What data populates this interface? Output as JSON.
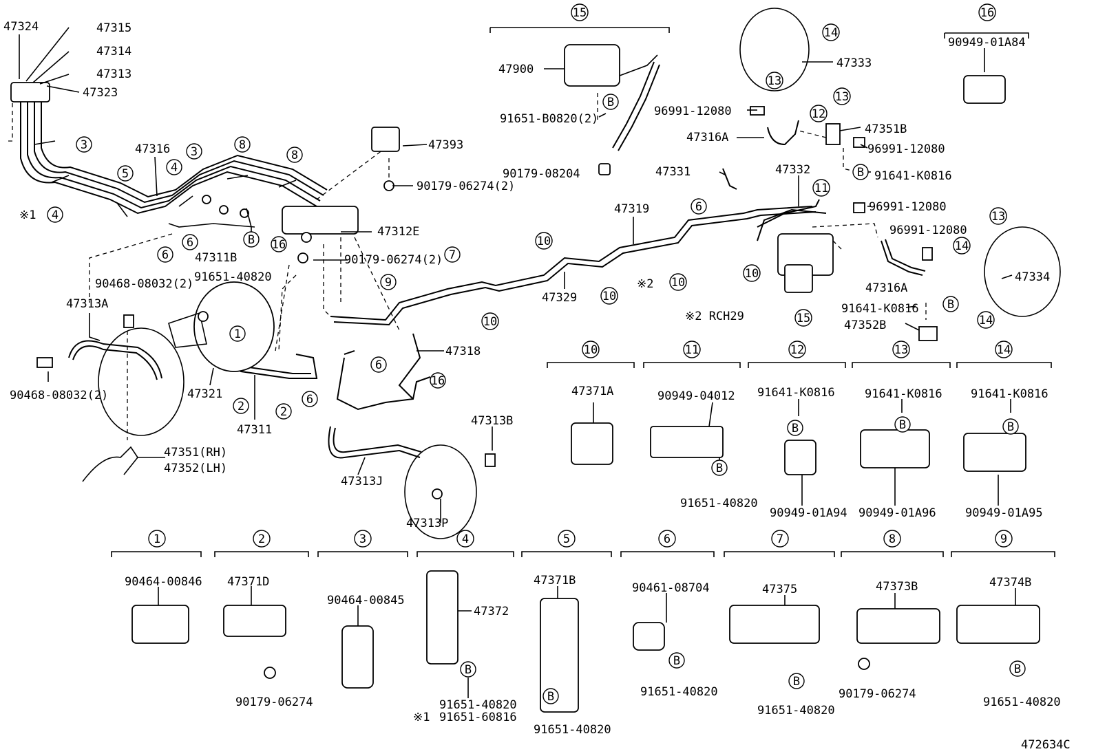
{
  "labels": {
    "p47324": "47324",
    "p47315": "47315",
    "p47314": "47314",
    "p47313": "47313",
    "p47323": "47323",
    "p47316": "47316",
    "p47311B": "47311B",
    "p91651_40820_a": "91651-40820",
    "p47312E": "47312E",
    "p90179_06274_2a": "90179-06274(2)",
    "p47393": "47393",
    "p90179_06274_2b": "90179-06274(2)",
    "p90468_08032_2a": "90468-08032(2)",
    "p47313A": "47313A",
    "p90468_08032_2b": "90468-08032(2)",
    "p47321": "47321",
    "p47311": "47311",
    "p47351": "47351(RH)",
    "p47352": "47352(LH)",
    "p47313J": "47313J",
    "p47313P": "47313P",
    "p47313B": "47313B",
    "p47318": "47318",
    "p47329": "47329",
    "p47319": "47319",
    "p47900": "47900",
    "p91651_B0820": "91651-B0820(2)",
    "p90179_08204": "90179-08204",
    "p96991_12080_a": "96991-12080",
    "p47316A_top": "47316A",
    "p47331": "47331",
    "p47332": "47332",
    "p47333": "47333",
    "p47351B": "47351B",
    "p96991_12080_b": "96991-12080",
    "p91641_K0816_a": "91641-K0816",
    "p96991_12080_c": "96991-12080",
    "p96991_12080_d": "96991-12080",
    "p47316A_bot": "47316A",
    "p91641_K0816_b": "91641-K0816",
    "p47352B": "47352B",
    "p47334": "47334",
    "p90949_01A84": "90949-01A84",
    "note_rch": "※2 RCH29",
    "mark1": "※1",
    "mark2": "※2",
    "mark1b": "※1",
    "d10_part": "47371A",
    "d11_part": "90949-04012",
    "d11_bolt": "91651-40820",
    "d12_top": "91641-K0816",
    "d12_bot": "90949-01A94",
    "d13_top": "91641-K0816",
    "d13_bot": "90949-01A96",
    "d14_top": "91641-K0816",
    "d14_bot": "90949-01A95",
    "d1_part": "90464-00846",
    "d2_part": "47371D",
    "d2_bolt": "90179-06274",
    "d3_part": "90464-00845",
    "d4_part": "47372",
    "d4_bolt1": "91651-40820",
    "d4_bolt2": "91651-60816",
    "d5_part": "47371B",
    "d5_bolt": "91651-40820",
    "d6_part": "90461-08704",
    "d6_bolt": "91651-40820",
    "d7_part": "47375",
    "d7_bolt": "91651-40820",
    "d8_part": "47373B",
    "d8_bolt": "90179-06274",
    "d9_part": "47374B",
    "d9_bolt": "91651-40820",
    "ref": "472634C"
  },
  "circled": {
    "c1": "1",
    "c2": "2",
    "c3": "3",
    "c4": "4",
    "c5": "5",
    "c6": "6",
    "c7": "7",
    "c8": "8",
    "c9": "9",
    "c10": "10",
    "c11": "11",
    "c12": "12",
    "c13": "13",
    "c14": "14",
    "c15": "15",
    "c16": "16",
    "B": "B"
  }
}
